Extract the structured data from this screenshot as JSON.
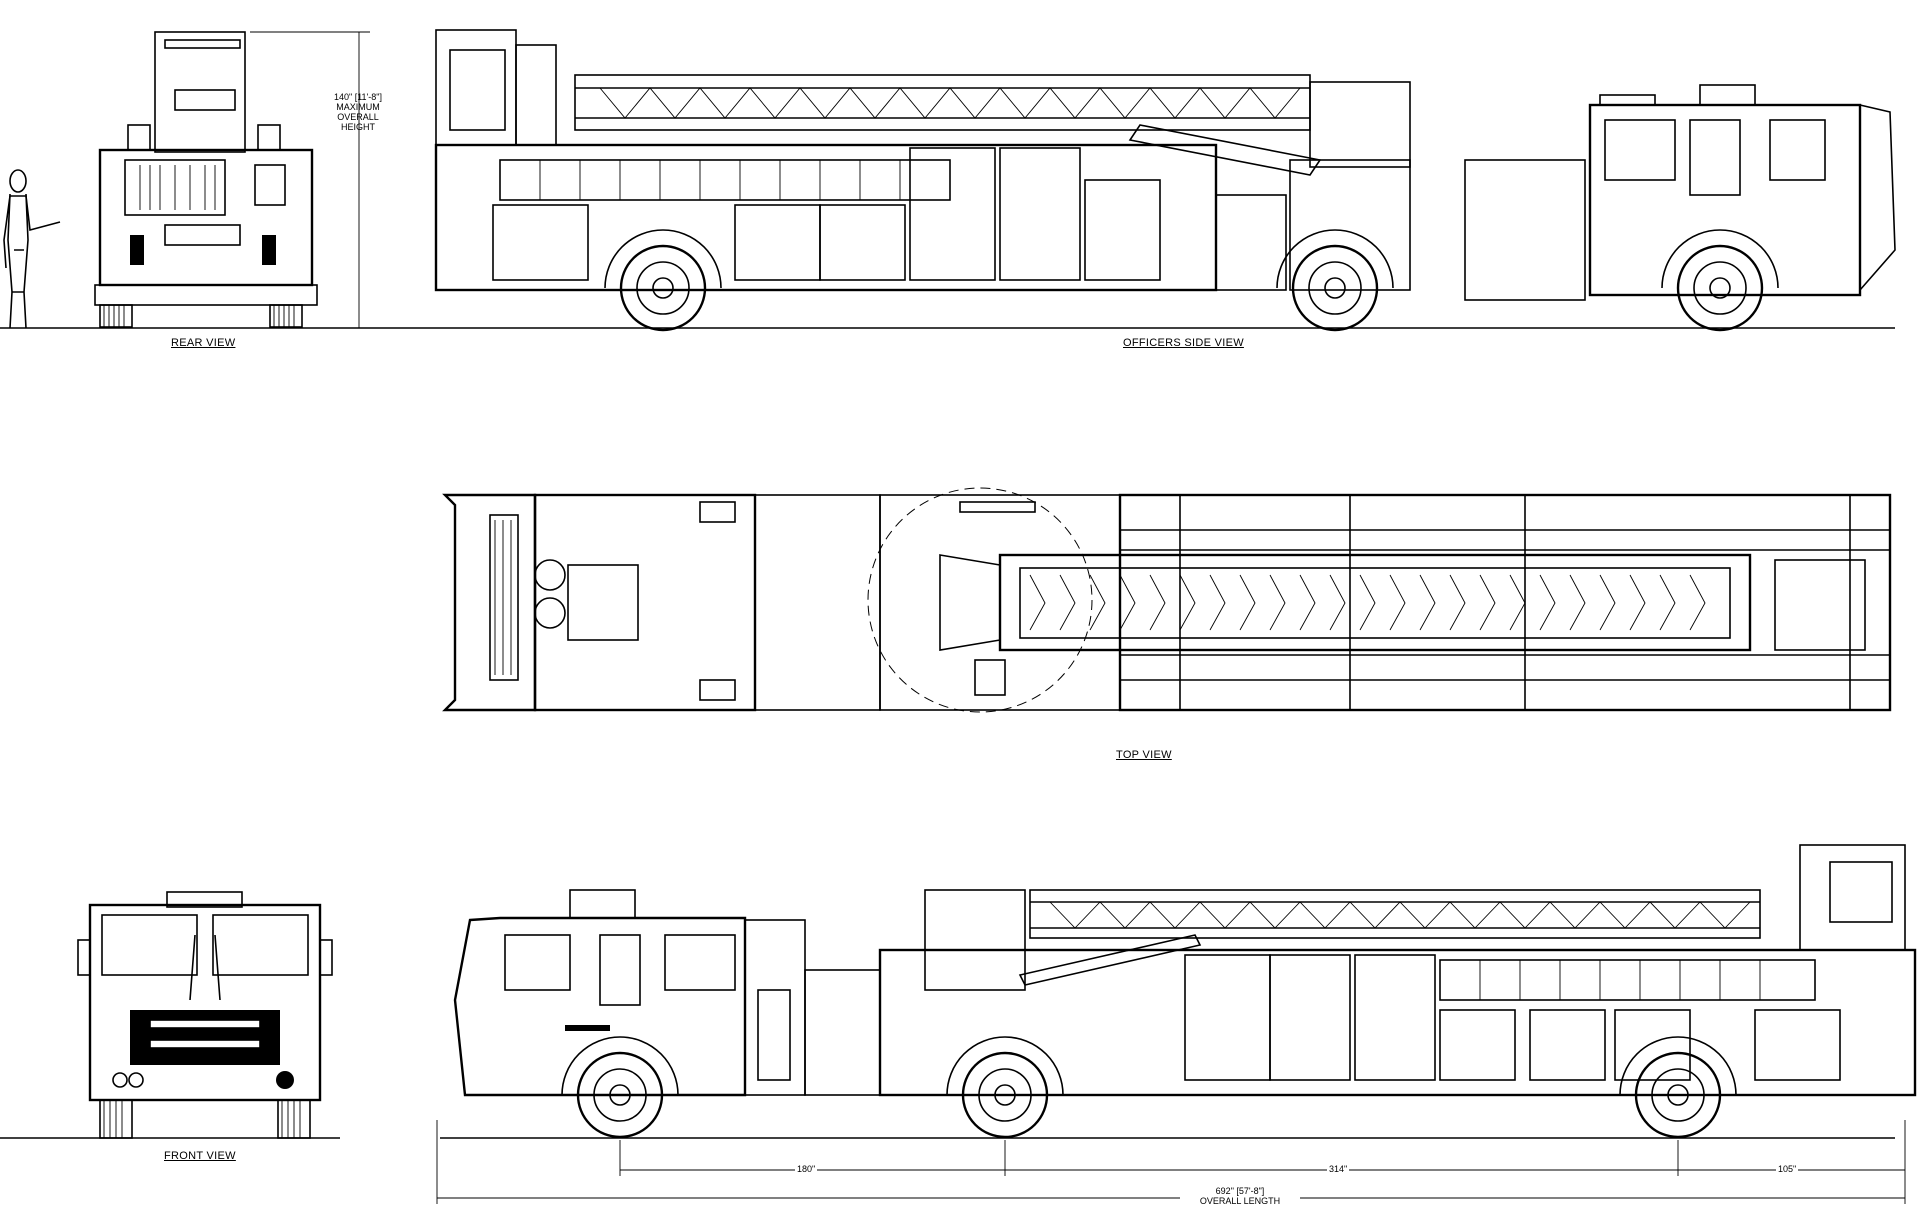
{
  "views": {
    "rear": "REAR VIEW",
    "officers_side": "OFFICERS SIDE VIEW",
    "top": "TOP VIEW",
    "front": "FRONT VIEW"
  },
  "height_dimension": {
    "value": "140\" [11'-8\"]",
    "line1": "MAXIMUM",
    "line2": "OVERALL",
    "line3": "HEIGHT"
  },
  "length_dimensions": {
    "front_to_mid": "180\"",
    "mid_to_rear": "314\"",
    "rear_overhang": "105\"",
    "overall_value": "692\" [57'-8\"]",
    "overall_label": "OVERALL LENGTH"
  },
  "colors": {
    "line": "#000000",
    "background": "#ffffff"
  }
}
